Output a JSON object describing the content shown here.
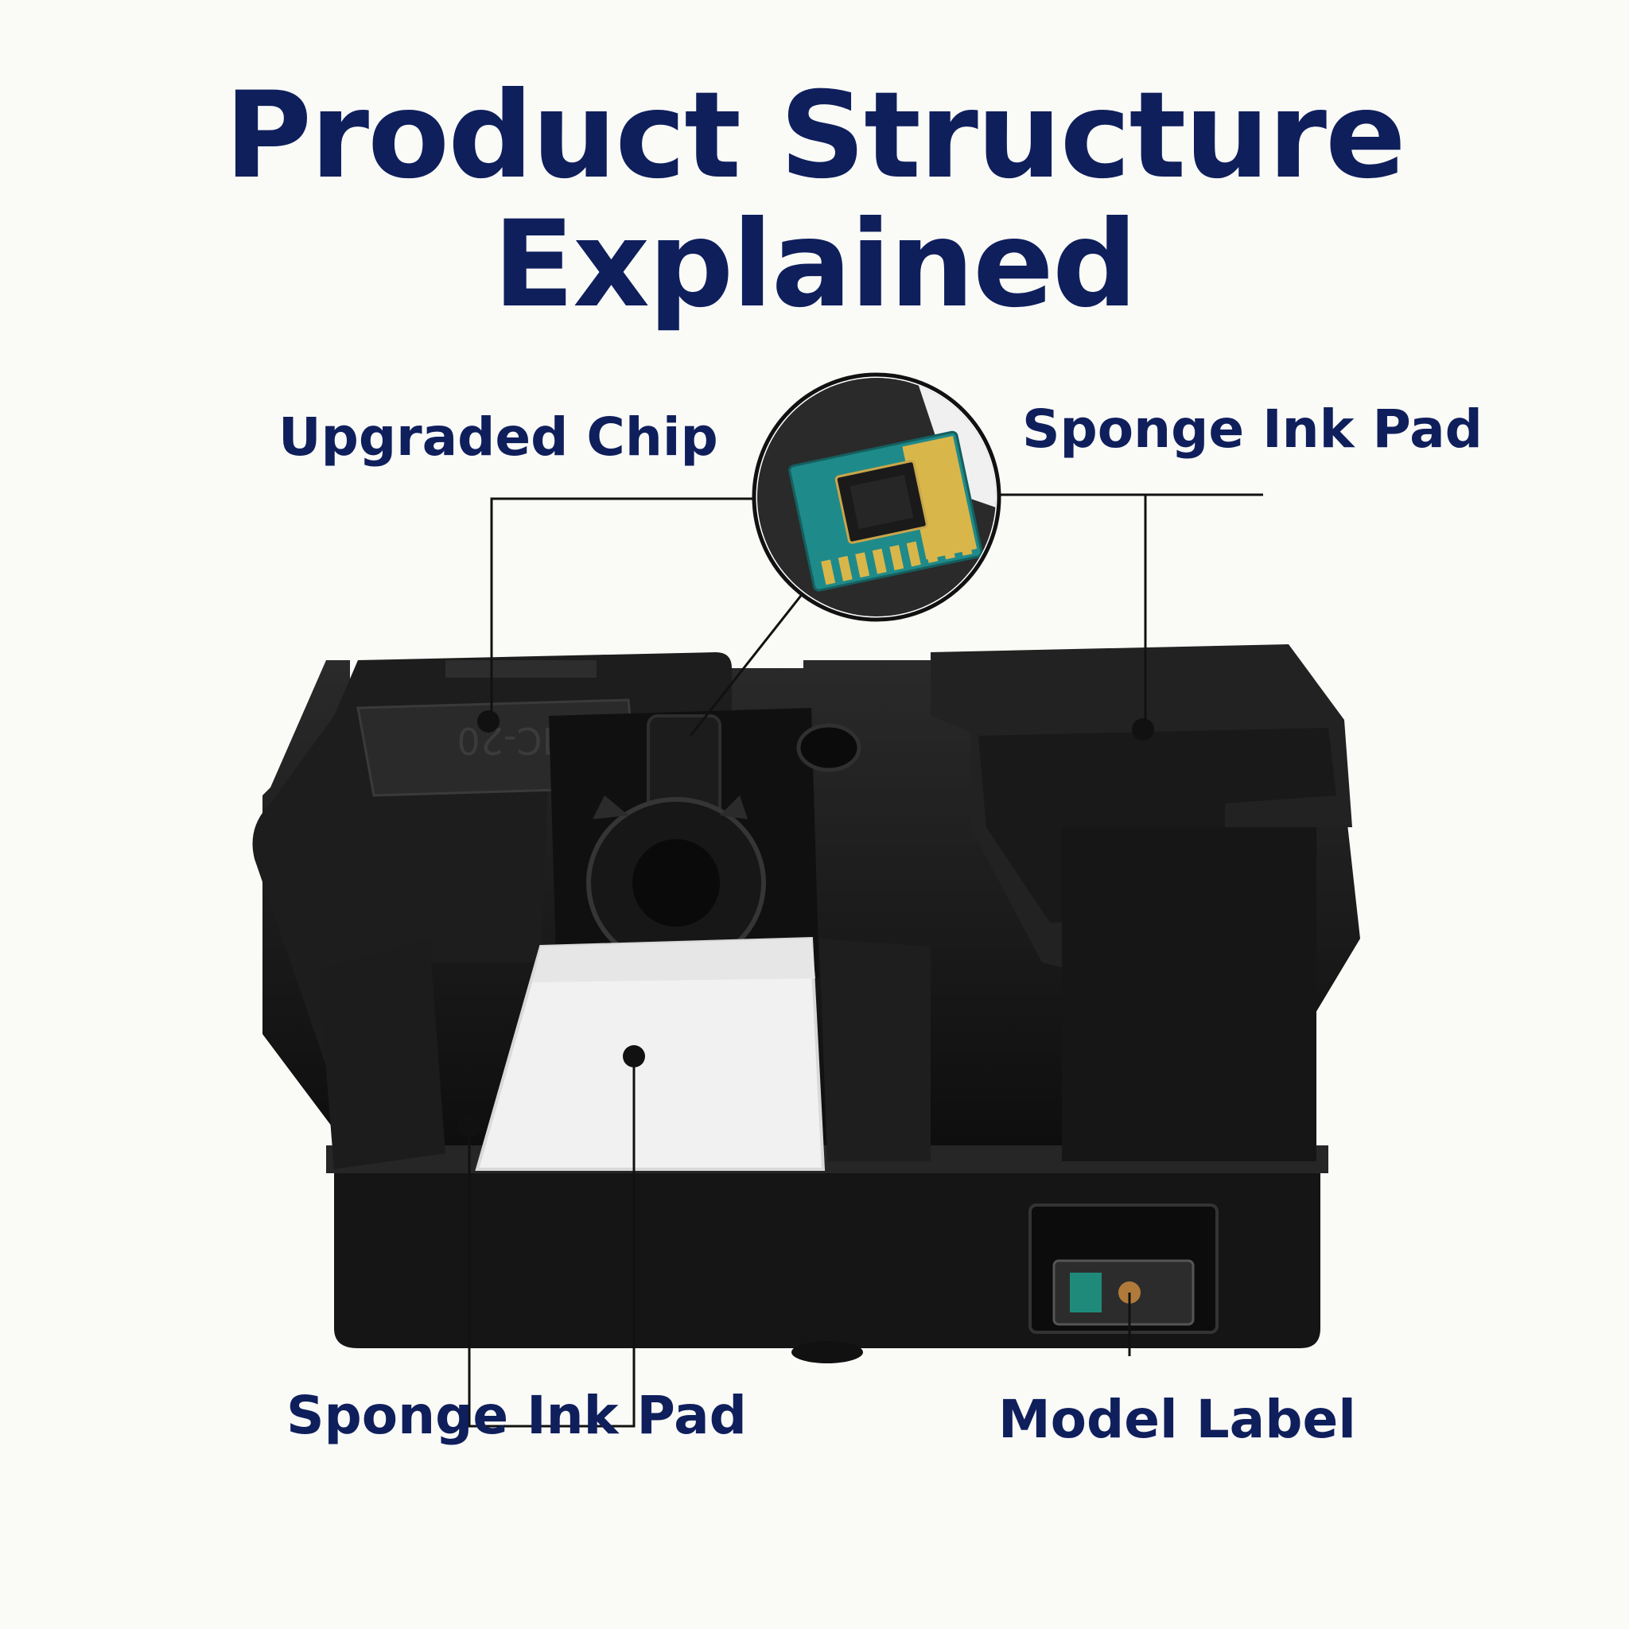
{
  "title": {
    "line1": "Product Structure",
    "line2": "Explained"
  },
  "labels": {
    "upgraded_chip": "Upgraded Chip",
    "sponge_top": "Sponge Ink Pad",
    "sponge_bottom": "Sponge Ink Pad",
    "model_label": "Model Label"
  },
  "colors": {
    "title_text": "#0f1f5c",
    "background": "#fafaf7",
    "box": "#1a1a1a",
    "sponge": "#f2f2f2",
    "chip_pcb": "#1f8a8a",
    "chip_gold": "#d9b64a"
  }
}
